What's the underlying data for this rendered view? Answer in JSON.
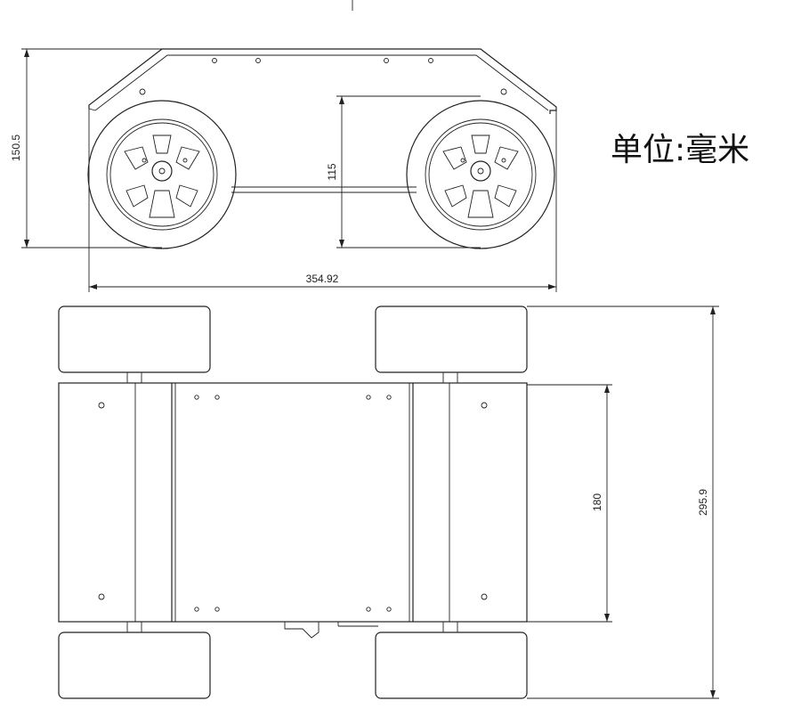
{
  "units_label": "单位:毫米",
  "dimensions": {
    "overall_height": "150.5",
    "wheel_height": "115",
    "overall_length": "354.92",
    "wheelbase_track": "180",
    "overall_width": "295.9"
  },
  "views": [
    "side-view",
    "top-view"
  ]
}
